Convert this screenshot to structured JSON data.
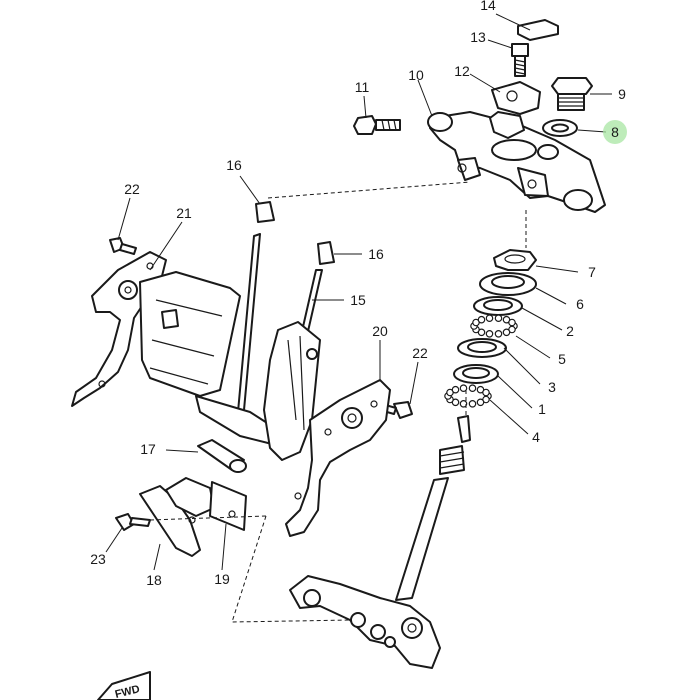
{
  "diagram": {
    "callouts": [
      {
        "id": "c14",
        "label": "14"
      },
      {
        "id": "c13",
        "label": "13"
      },
      {
        "id": "c12",
        "label": "12"
      },
      {
        "id": "c11",
        "label": "11"
      },
      {
        "id": "c10",
        "label": "10"
      },
      {
        "id": "c9",
        "label": "9"
      },
      {
        "id": "c8",
        "label": "8",
        "highlighted": true
      },
      {
        "id": "c16a",
        "label": "16"
      },
      {
        "id": "c22a",
        "label": "22"
      },
      {
        "id": "c21",
        "label": "21"
      },
      {
        "id": "c16b",
        "label": "16"
      },
      {
        "id": "c15",
        "label": "15"
      },
      {
        "id": "c7",
        "label": "7"
      },
      {
        "id": "c6",
        "label": "6"
      },
      {
        "id": "c2",
        "label": "2"
      },
      {
        "id": "c5",
        "label": "5"
      },
      {
        "id": "c20",
        "label": "20"
      },
      {
        "id": "c22b",
        "label": "22"
      },
      {
        "id": "c3",
        "label": "3"
      },
      {
        "id": "c1",
        "label": "1"
      },
      {
        "id": "c4",
        "label": "4"
      },
      {
        "id": "c17",
        "label": "17"
      },
      {
        "id": "c23",
        "label": "23"
      },
      {
        "id": "c18",
        "label": "18"
      },
      {
        "id": "c19",
        "label": "19"
      }
    ],
    "front_marker": "FWD",
    "highlight_color": "#a8e6a3"
  }
}
